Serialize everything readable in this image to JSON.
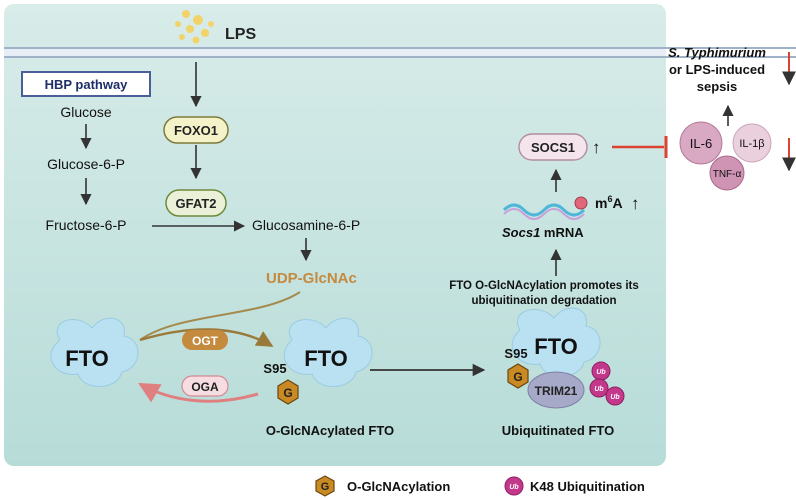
{
  "stimulus": {
    "lps": "LPS"
  },
  "hbp": {
    "title": "HBP pathway",
    "glucose": "Glucose",
    "g6p": "Glucose-6-P",
    "f6p": "Fructose-6-P",
    "gln6p": "Glucosamine-6-P",
    "udp": "UDP-GlcNAc"
  },
  "factors": {
    "foxo1": "FOXO1",
    "gfat2": "GFAT2"
  },
  "enzymes": {
    "ogt": "OGT",
    "oga": "OGA"
  },
  "fto": {
    "label": "FTO",
    "site": "S95",
    "glyco_symbol": "G",
    "ub_symbol": "Ub",
    "trim21": "TRIM21",
    "caption_glcnac": "O-GlcNAcylated FTO",
    "caption_ubiq": "Ubiquitinated FTO"
  },
  "mechanism": {
    "line1": "FTO O-GlcNAcylation promotes its",
    "line2": "ubiquitination degradation"
  },
  "mrna": {
    "gene": "Socs1",
    "suffix": " mRNA",
    "mark": "m",
    "mark_sup": "6",
    "mark_base": "A",
    "up": "↑"
  },
  "socs1": {
    "label": "SOCS1",
    "up": "↑"
  },
  "cytokines": {
    "il6": "IL-6",
    "il1b": "IL-1β",
    "tnfa": "TNF-α"
  },
  "sepsis": {
    "line1": "S. Typhimurium",
    "line2": "or LPS-induced",
    "line3": "sepsis"
  },
  "legend": {
    "glyco": "O-GlcNAcylation",
    "ubiq": "K48 Ubiquitination"
  },
  "colors": {
    "cell_bg": "#cfe6e3",
    "membrane": "#9fb2c8",
    "fto_fill": "#b9e1f2",
    "glyco_hex": "#c98a24",
    "ub_pink": "#c4388b",
    "udp_text": "#c48a3d",
    "inhibit": "#d9432f"
  }
}
